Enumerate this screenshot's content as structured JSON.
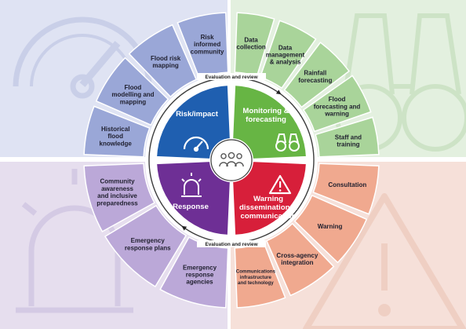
{
  "colors": {
    "bg_top_left": "#dfe3f3",
    "bg_top_right": "#e3f0df",
    "bg_bottom_left": "#e6deee",
    "bg_bottom_right": "#f6e0d9",
    "ring_top_left": "#9aa7d7",
    "ring_top_right": "#a9d49a",
    "ring_bottom_left": "#bba8d8",
    "ring_bottom_right": "#f0a98f",
    "core_top_left": "#1f5fb0",
    "core_top_right": "#67b544",
    "core_bottom_left": "#6e2f95",
    "core_bottom_right": "#d71f3a"
  },
  "cycle_label_top": "Evaluation and review",
  "cycle_label_bottom": "Evaluation and review",
  "center_icon": "people-group-icon",
  "quadrants": [
    {
      "id": "risk-impact",
      "core_lines": [
        "Risk/impact"
      ],
      "core_icon": "gauge-icon",
      "bg_icon": "gauge-watermark-icon",
      "segments": [
        {
          "lines": [
            "Historical",
            "flood",
            "knowledge"
          ]
        },
        {
          "lines": [
            "Flood",
            "modelling and",
            "mapping"
          ]
        },
        {
          "lines": [
            "Flood risk",
            "mapping"
          ]
        },
        {
          "lines": [
            "Risk",
            "informed",
            "community"
          ]
        }
      ]
    },
    {
      "id": "monitoring-forecasting",
      "core_lines": [
        "Monitoring &",
        "forecasting"
      ],
      "core_icon": "binoculars-icon",
      "bg_icon": "binoculars-watermark-icon",
      "segments": [
        {
          "lines": [
            "Data",
            "collection"
          ]
        },
        {
          "lines": [
            "Data",
            "management",
            "& analysis"
          ]
        },
        {
          "lines": [
            "Rainfall",
            "forecasting"
          ]
        },
        {
          "lines": [
            "Flood",
            "forecasting and",
            "warning"
          ]
        },
        {
          "lines": [
            "Staff and",
            "training"
          ]
        }
      ]
    },
    {
      "id": "warning-dissemination",
      "core_lines": [
        "Warning",
        "dissemination &",
        "communication"
      ],
      "core_icon": "warning-triangle-icon",
      "bg_icon": "warning-watermark-icon",
      "segments": [
        {
          "lines": [
            "Consultation"
          ]
        },
        {
          "lines": [
            "Warning"
          ]
        },
        {
          "lines": [
            "Cross-agency",
            "integration"
          ]
        },
        {
          "lines": [
            "Communications",
            "infrastructure",
            "and technology"
          ],
          "small": true
        }
      ]
    },
    {
      "id": "response",
      "core_lines": [
        "Response"
      ],
      "core_icon": "alarm-light-icon",
      "bg_icon": "alarm-watermark-icon",
      "segments": [
        {
          "lines": [
            "Emergency",
            "response",
            "agencies"
          ]
        },
        {
          "lines": [
            "Emergency",
            "response plans"
          ]
        },
        {
          "lines": [
            "Community",
            "awareness",
            "and inclusive",
            "preparedness"
          ]
        }
      ]
    }
  ]
}
